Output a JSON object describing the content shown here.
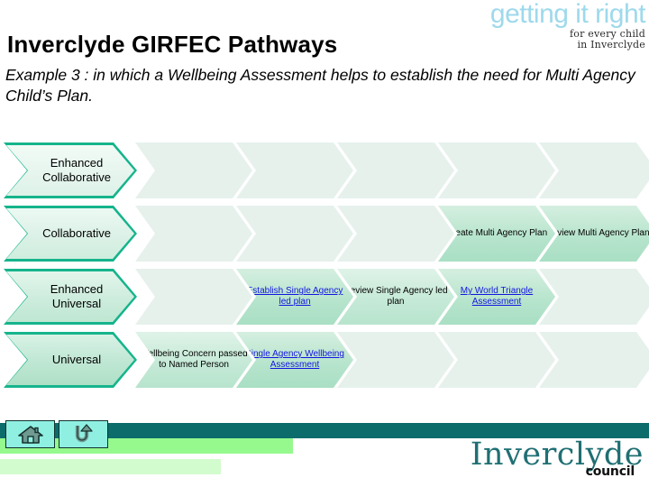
{
  "header": {
    "title": "Inverclyde GIRFEC Pathways",
    "subtitle": "Example 3 : in which a Wellbeing Assessment helps to establish the need for Multi Agency Child’s Plan.",
    "girfec_logo": {
      "main": "getting it right",
      "sub1": "for every child",
      "sub2": "in Inverclyde"
    }
  },
  "matrix": {
    "rows": [
      {
        "label": "Enhanced\nCollaborative",
        "label_line1": "Enhanced",
        "label_line2": "Collaborative",
        "cells": [
          {
            "text": "",
            "link": false,
            "filled": false
          },
          {
            "text": "",
            "link": false,
            "filled": false
          },
          {
            "text": "",
            "link": false,
            "filled": false
          },
          {
            "text": "",
            "link": false,
            "filled": false
          },
          {
            "text": "",
            "link": false,
            "filled": false
          }
        ]
      },
      {
        "label": "Collaborative",
        "label_line1": "Collaborative",
        "label_line2": "",
        "cells": [
          {
            "text": "",
            "link": false,
            "filled": false
          },
          {
            "text": "",
            "link": false,
            "filled": false
          },
          {
            "text": "",
            "link": false,
            "filled": false
          },
          {
            "text": "Create Multi Agency Plan",
            "link": false,
            "filled": true
          },
          {
            "text": "Review Multi Agency Plan",
            "link": false,
            "filled": true
          }
        ]
      },
      {
        "label": "Enhanced Universal",
        "label_line1": "Enhanced",
        "label_line2": "Universal",
        "cells": [
          {
            "text": "",
            "link": false,
            "filled": false
          },
          {
            "text": "Establish Single Agency led plan",
            "link": true,
            "filled": true
          },
          {
            "text": "Review Single Agency led plan",
            "link": false,
            "filled": true
          },
          {
            "text": "My World Triangle Assessment",
            "link": true,
            "filled": true
          },
          {
            "text": "",
            "link": false,
            "filled": false
          }
        ]
      },
      {
        "label": "Universal",
        "label_line1": "Universal",
        "label_line2": "",
        "cells": [
          {
            "text": "Wellbeing Concern passed to Named Person",
            "link": false,
            "filled": true
          },
          {
            "text": "Single Agency Wellbeing Assessment",
            "link": true,
            "filled": true
          },
          {
            "text": "",
            "link": false,
            "filled": false
          },
          {
            "text": "",
            "link": false,
            "filled": false
          },
          {
            "text": "",
            "link": false,
            "filled": false
          }
        ]
      }
    ]
  },
  "nav": {
    "home_icon": "home-icon",
    "back_icon": "return-arrow-icon"
  },
  "footer": {
    "council_logo": {
      "main": "Inverclyde",
      "sub": "council"
    }
  },
  "colors": {
    "teal_border": "#16b48c",
    "teal_bar": "#0c6b6b",
    "green_bar": "#95f98e",
    "pale_green_bar": "#d3fcce",
    "link_blue": "#1414e0",
    "girfec_blue": "#9ed9ec",
    "council_teal": "#1f6f73",
    "nav_button_fill": "#8ff0e2"
  }
}
